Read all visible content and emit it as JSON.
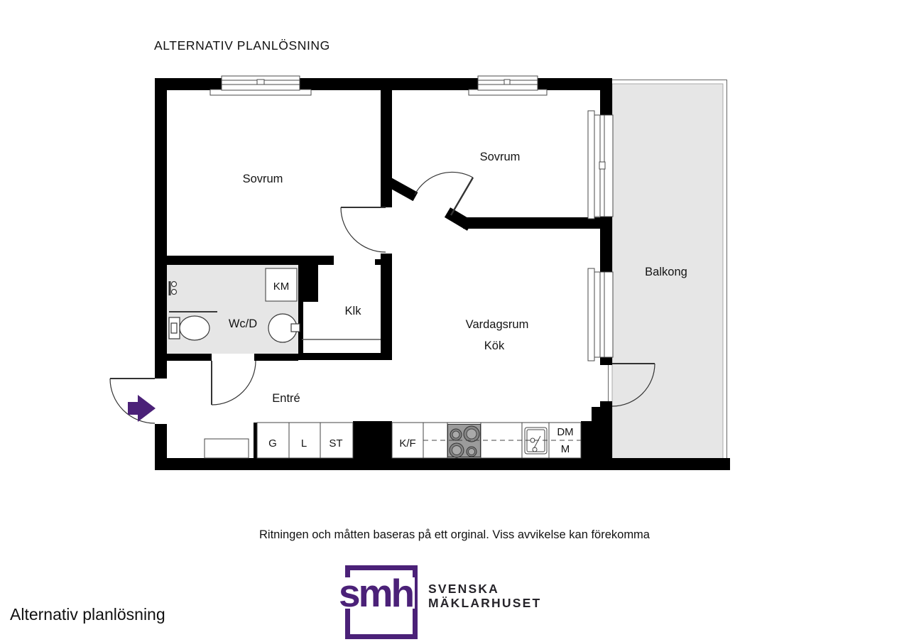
{
  "title": "ALTERNATIV PLANLÖSNING",
  "disclaimer": "Ritningen och måtten baseras på ett orginal. Viss avvikelse kan förekomma",
  "caption": "Alternativ planlösning",
  "logo": {
    "mark": "smh",
    "name_line1": "SVENSKA",
    "name_line2": "MÄKLARHUSET"
  },
  "rooms": {
    "bedroom_left": "Sovrum",
    "bedroom_right": "Sovrum",
    "balcony": "Balkong",
    "bathroom": "Wc/D",
    "washing_machine": "KM",
    "closet": "Klk",
    "living_room": "Vardagsrum",
    "kitchen": "Kök",
    "entrance": "Entré"
  },
  "appliances": {
    "wardrobe": "G",
    "linen_closet": "L",
    "cleaning_closet": "ST",
    "fridge_freezer": "K/F",
    "dishwasher": "DM",
    "microwave": "M"
  },
  "colors": {
    "purple": "#4b2178",
    "floor_gray": "#e6e6e6",
    "stove_gray": "#9b9b9b",
    "wall": "#000000"
  }
}
